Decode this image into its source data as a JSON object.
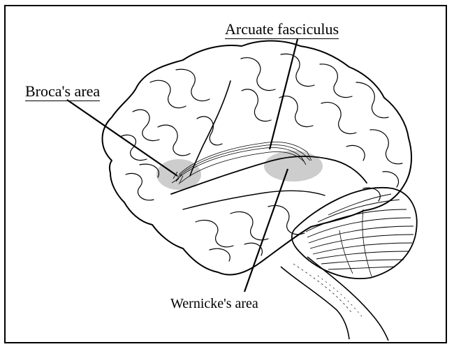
{
  "labels": {
    "arcuate": "Arcuate fasciculus",
    "broca": "Broca's area",
    "wernicke": "Wernicke's area"
  },
  "colors": {
    "outline": "#000000",
    "region_fill": "#c8c8c8",
    "background": "#ffffff"
  }
}
